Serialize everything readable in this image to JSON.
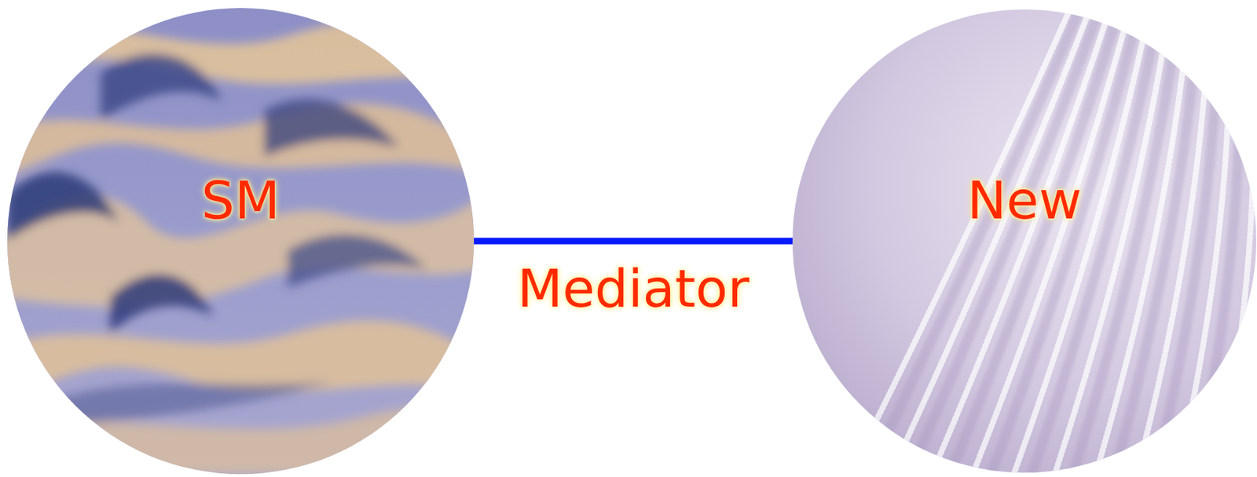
{
  "diagram": {
    "nodes": [
      {
        "text": [
          "SM"
        ]
      },
      {
        "text": [
          "New"
        ]
      }
    ],
    "edges": [
      {
        "from": 0,
        "to": 1,
        "arrow": "none",
        "label": "Mediator"
      }
    ]
  }
}
